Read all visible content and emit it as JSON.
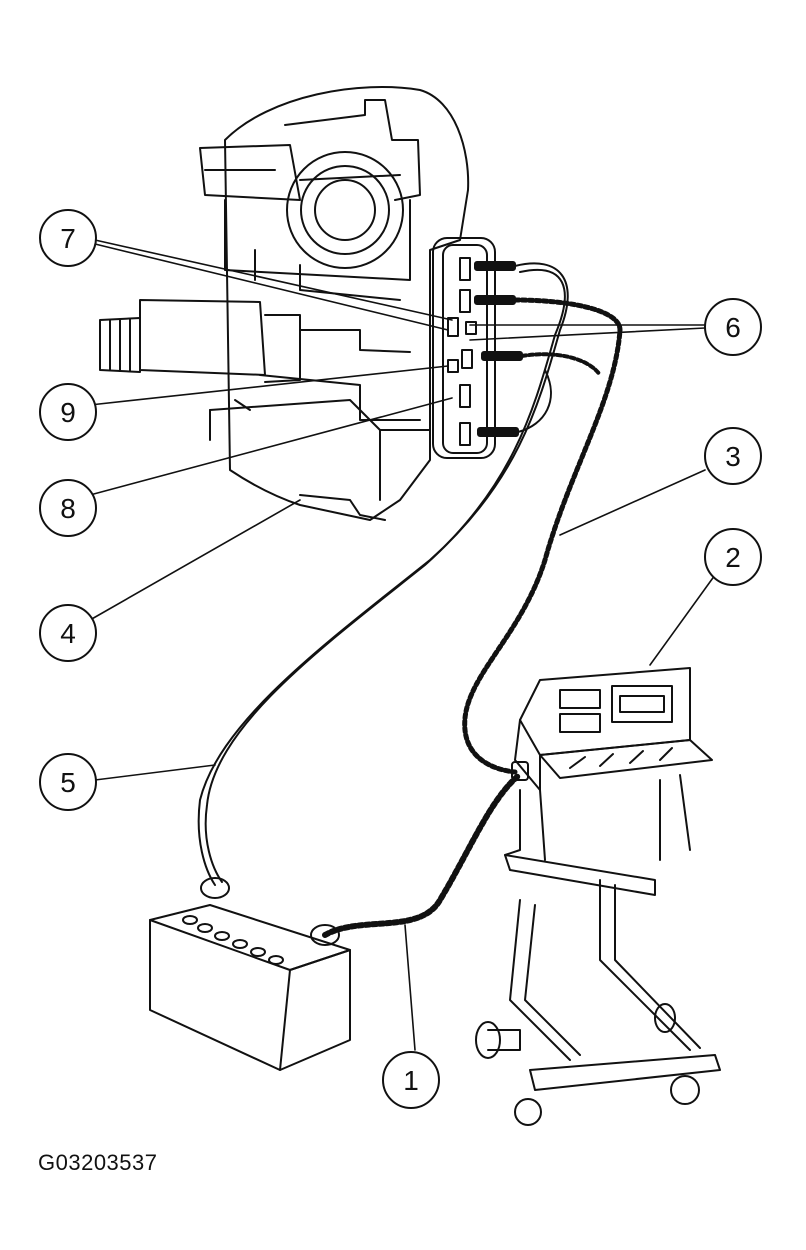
{
  "figure": {
    "id": "G03203537",
    "callouts": {
      "c1": "1",
      "c2": "2",
      "c3": "3",
      "c4": "4",
      "c5": "5",
      "c6": "6",
      "c7": "7",
      "c8": "8",
      "c9": "9"
    }
  },
  "colors": {
    "line": "#111111",
    "background": "#ffffff"
  }
}
